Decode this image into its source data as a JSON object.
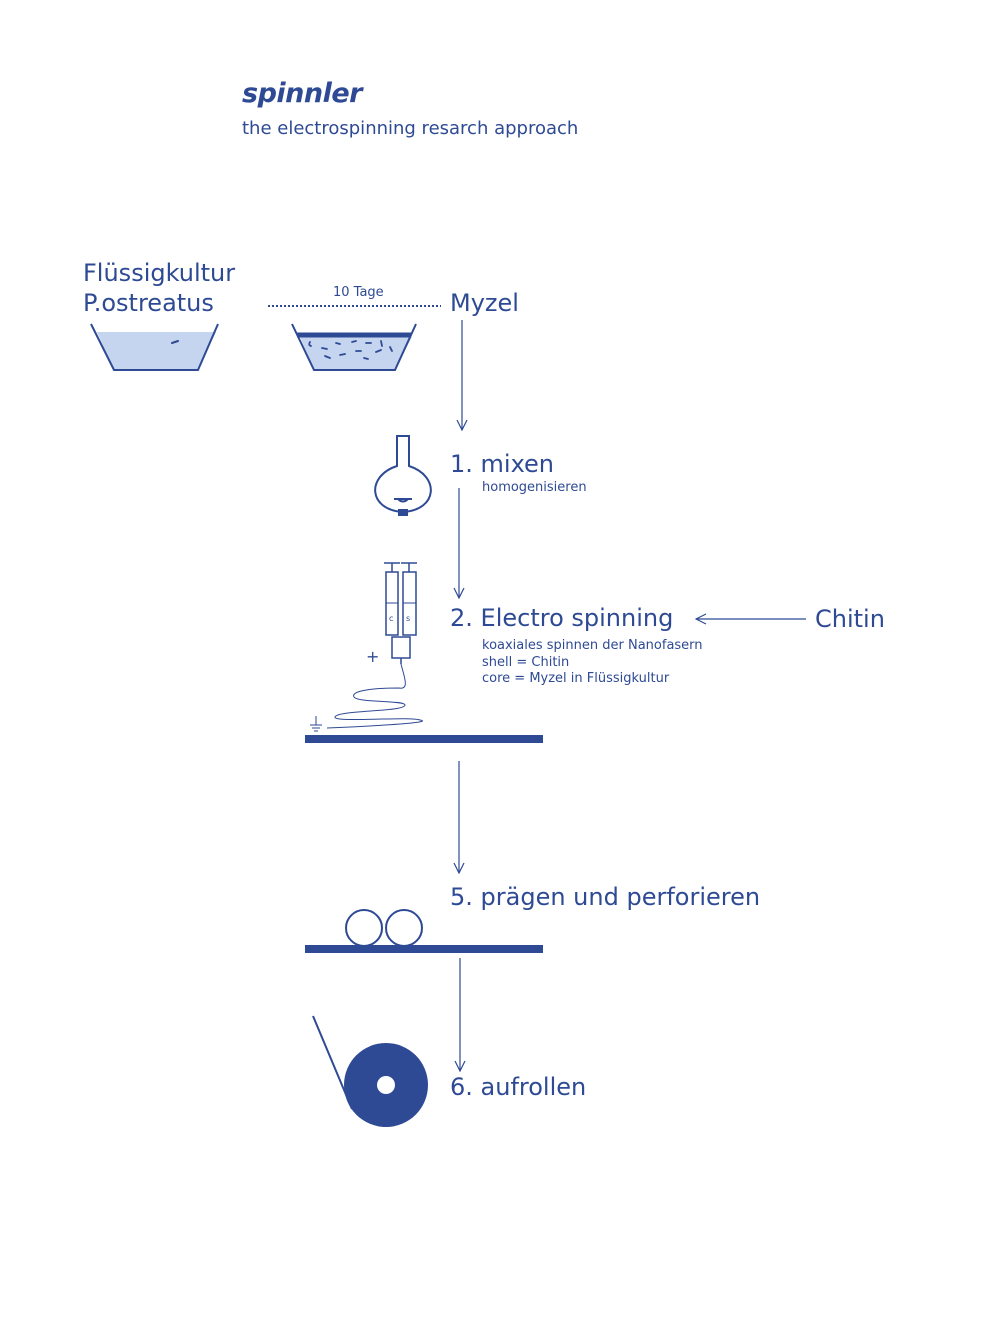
{
  "header": {
    "brand": "spinnler",
    "subtitle": "the electrospinning resarch approach"
  },
  "colors": {
    "ink": "#2e4a94",
    "liquid": "#c5d4ef"
  },
  "source": {
    "line1": "Flüssigkultur",
    "line2": "P.ostreatus"
  },
  "duration": "10 Tage",
  "mycel": "Myzel",
  "steps": {
    "mix": {
      "title": "1. mixen",
      "desc": "homogenisieren"
    },
    "spin": {
      "title": "2. Electro spinning",
      "desc1": "koaxiales spinnen der Nanofasern",
      "desc2": "shell = Chitin",
      "desc3": "core = Myzel in Flüssigkultur"
    },
    "emboss": {
      "title": "5. prägen und perforieren"
    },
    "roll": {
      "title": "6. aufrollen"
    }
  },
  "input": "Chitin",
  "syringe": {
    "core_letter": "c",
    "shell_letter": "s"
  },
  "plus": "+"
}
